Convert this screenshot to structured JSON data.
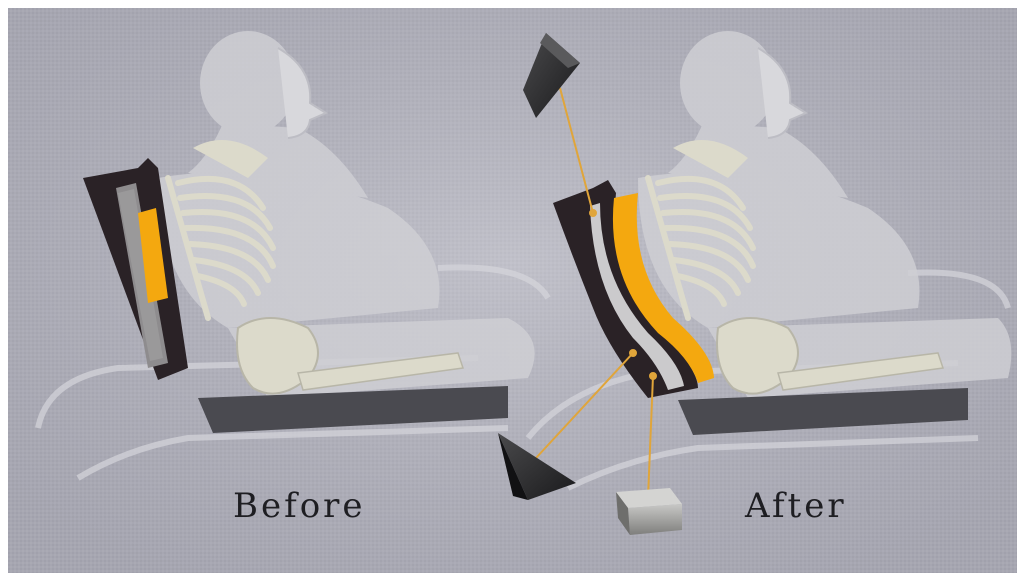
{
  "captions": {
    "before": "Before",
    "after": "After"
  },
  "colors": {
    "background": "#b4b4be",
    "lumbar_support": "#f4a80f",
    "backrest": "#2a2226",
    "wedge": "#2c2c2e",
    "connector_line": "#e0a53a",
    "seat_cushion": "#4a4a50",
    "bone": "#dcdacb"
  },
  "icons": [
    "head-silhouette",
    "ribcage",
    "pelvis",
    "femur",
    "seat-cushion",
    "wedge-block",
    "cube-block"
  ]
}
